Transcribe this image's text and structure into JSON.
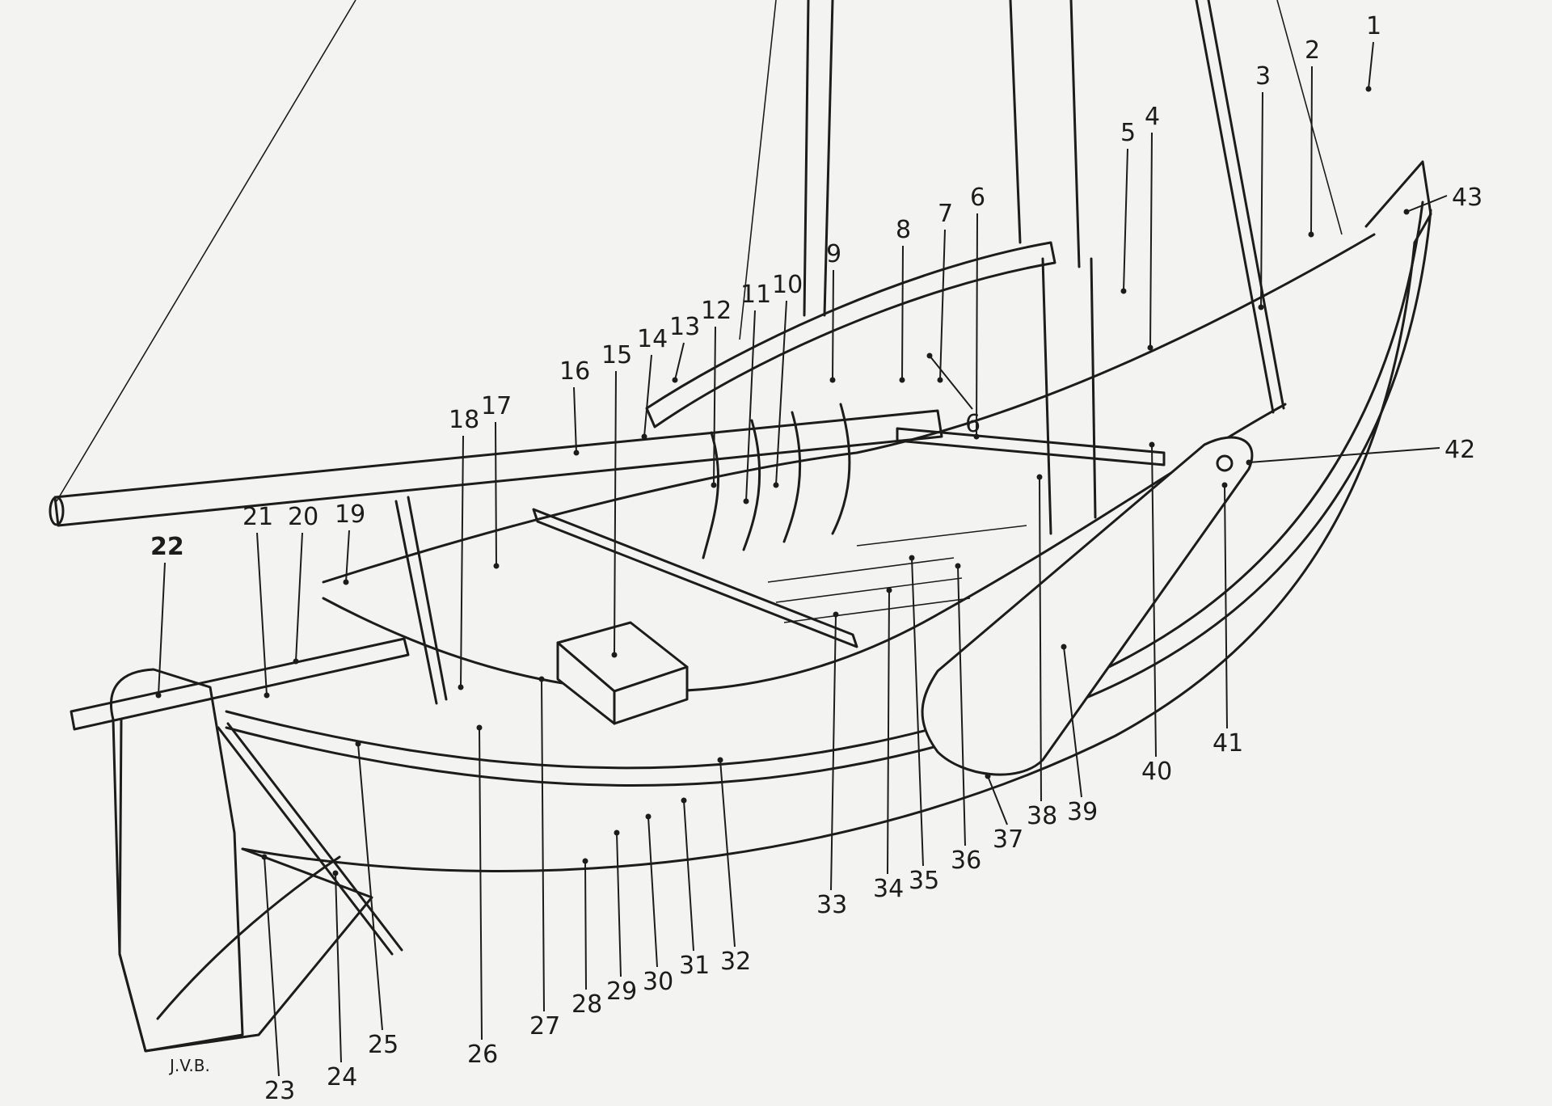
{
  "figure": {
    "signature": "J.V.B.",
    "callouts": [
      {
        "id": "1",
        "label": "1"
      },
      {
        "id": "2",
        "label": "2"
      },
      {
        "id": "3",
        "label": "3"
      },
      {
        "id": "4",
        "label": "4"
      },
      {
        "id": "5",
        "label": "5"
      },
      {
        "id": "6a",
        "label": "6"
      },
      {
        "id": "6b",
        "label": "6"
      },
      {
        "id": "7",
        "label": "7"
      },
      {
        "id": "8",
        "label": "8"
      },
      {
        "id": "9",
        "label": "9"
      },
      {
        "id": "10",
        "label": "10"
      },
      {
        "id": "11",
        "label": "11"
      },
      {
        "id": "12",
        "label": "12"
      },
      {
        "id": "13",
        "label": "13"
      },
      {
        "id": "14",
        "label": "14"
      },
      {
        "id": "15",
        "label": "15"
      },
      {
        "id": "16",
        "label": "16"
      },
      {
        "id": "17",
        "label": "17"
      },
      {
        "id": "18",
        "label": "18"
      },
      {
        "id": "19",
        "label": "19"
      },
      {
        "id": "20",
        "label": "20"
      },
      {
        "id": "21",
        "label": "21"
      },
      {
        "id": "22",
        "label": "22"
      },
      {
        "id": "23",
        "label": "23"
      },
      {
        "id": "24",
        "label": "24"
      },
      {
        "id": "25",
        "label": "25"
      },
      {
        "id": "26",
        "label": "26"
      },
      {
        "id": "27",
        "label": "27"
      },
      {
        "id": "28",
        "label": "28"
      },
      {
        "id": "29",
        "label": "29"
      },
      {
        "id": "30",
        "label": "30"
      },
      {
        "id": "31",
        "label": "31"
      },
      {
        "id": "32",
        "label": "32"
      },
      {
        "id": "33",
        "label": "33"
      },
      {
        "id": "34",
        "label": "34"
      },
      {
        "id": "35",
        "label": "35"
      },
      {
        "id": "36",
        "label": "36"
      },
      {
        "id": "37",
        "label": "37"
      },
      {
        "id": "38",
        "label": "38"
      },
      {
        "id": "39",
        "label": "39"
      },
      {
        "id": "40",
        "label": "40"
      },
      {
        "id": "41",
        "label": "41"
      },
      {
        "id": "42",
        "label": "42"
      },
      {
        "id": "43",
        "label": "43"
      }
    ]
  }
}
